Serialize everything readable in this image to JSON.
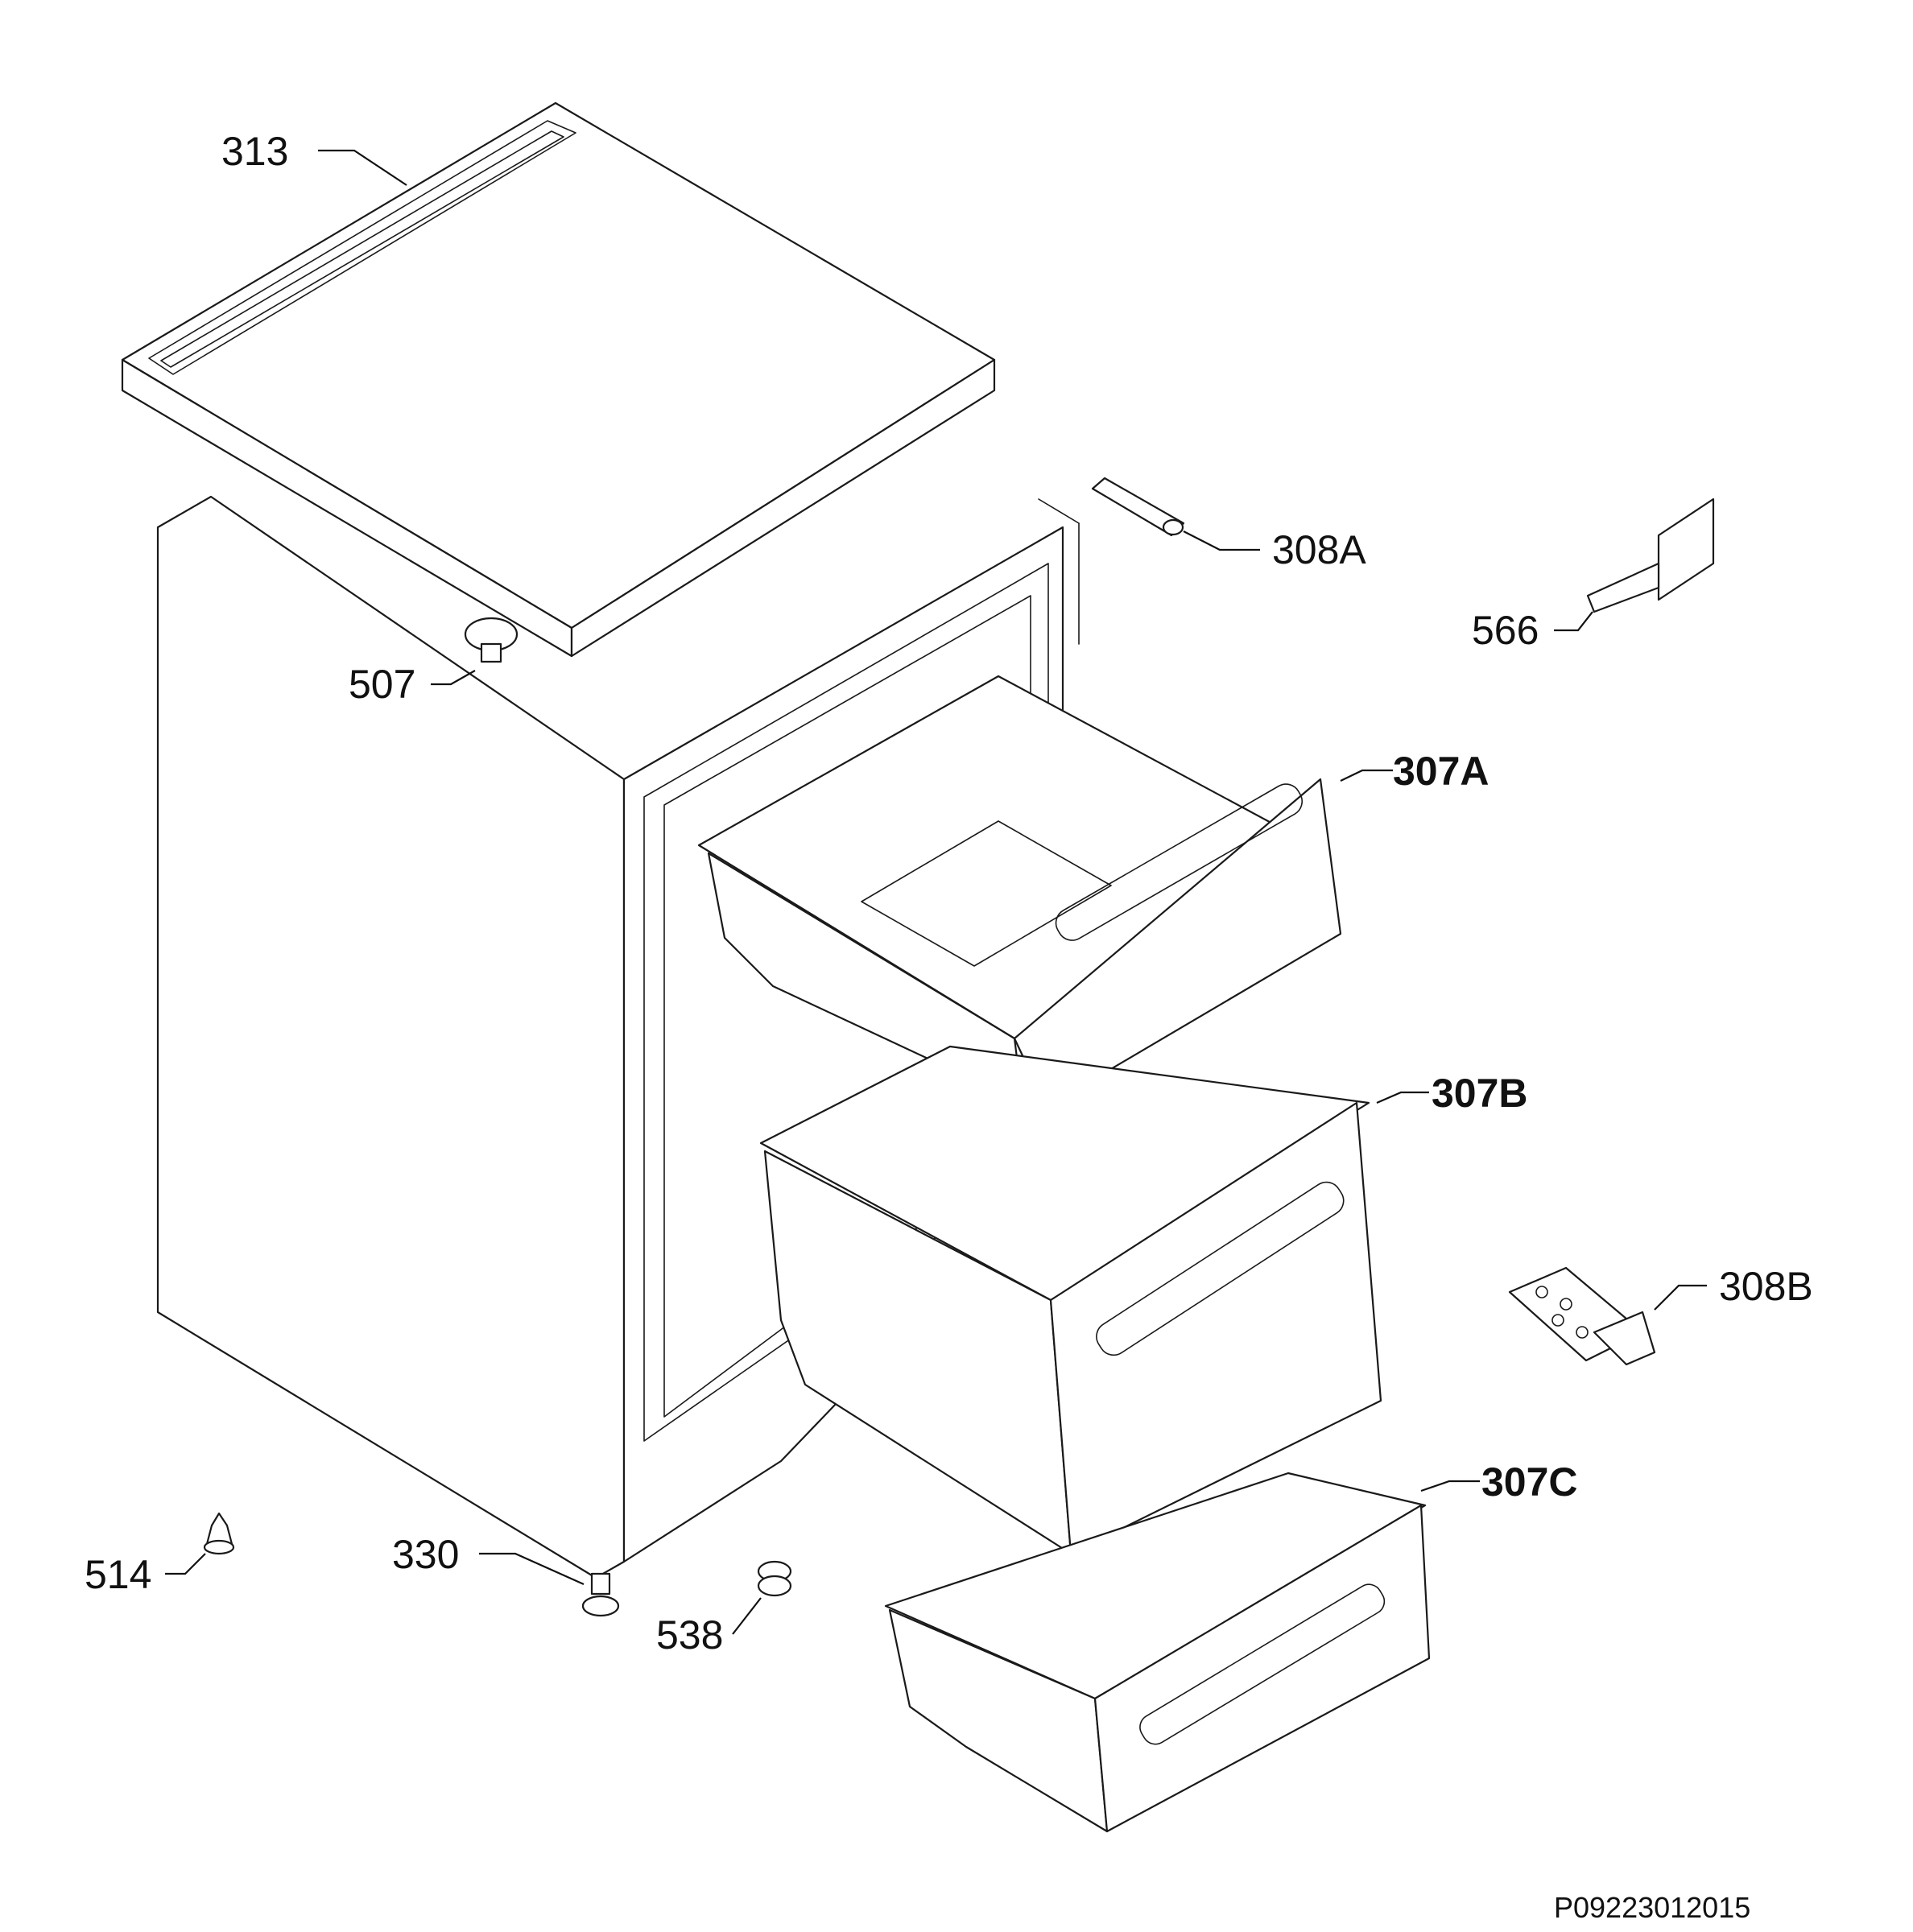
{
  "diagram": {
    "parts": {
      "p313": "313",
      "p308A": "308A",
      "p566": "566",
      "p507": "507",
      "p307A": "307A",
      "p307B": "307B",
      "p308B": "308B",
      "p307C": "307C",
      "p514": "514",
      "p330": "330",
      "p538": "538"
    },
    "drawing_ref": "P09223012015"
  }
}
